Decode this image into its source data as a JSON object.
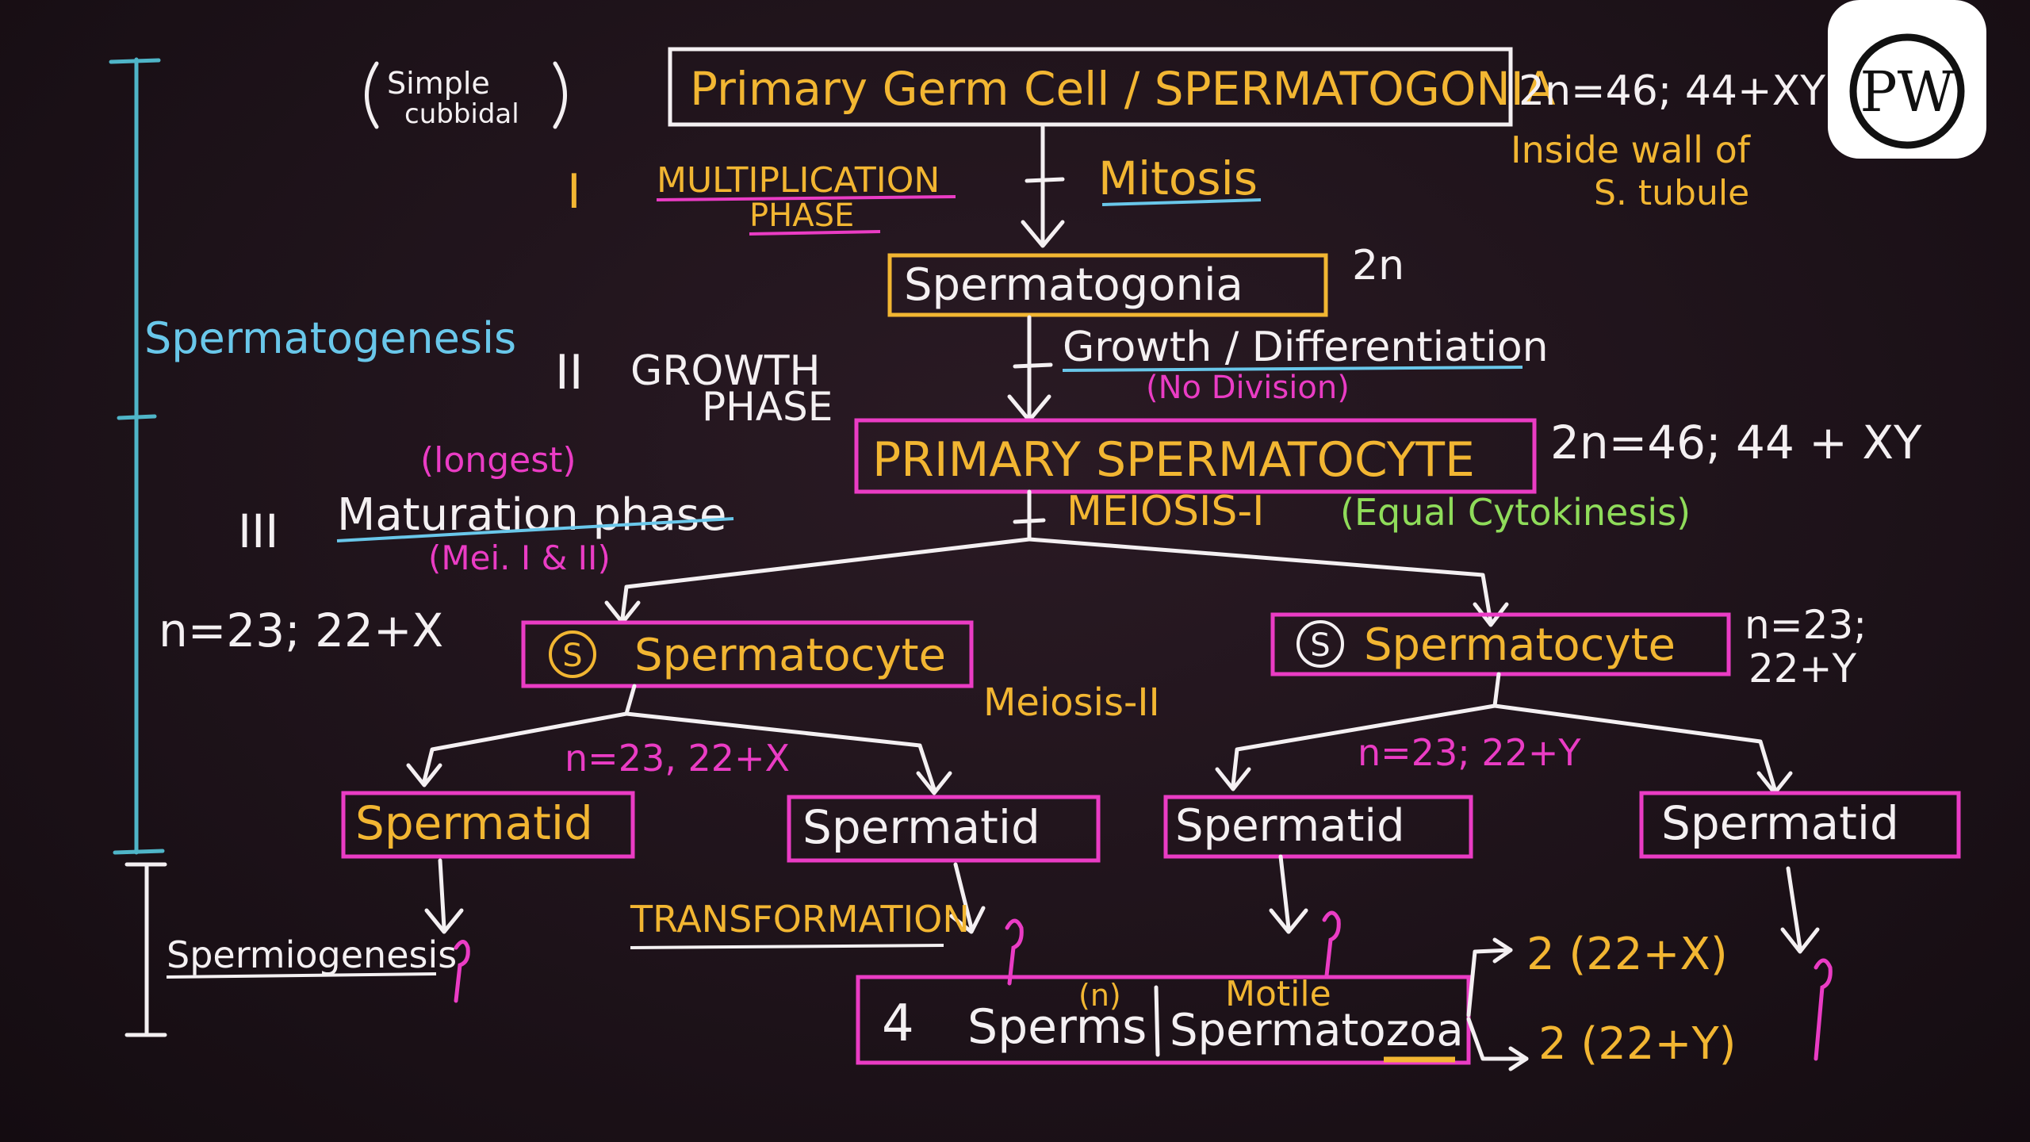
{
  "logo": {
    "text": "PW"
  },
  "side": {
    "spermatogenesis": "Spermatogenesis",
    "spermiogenesis": "Spermiogenesis",
    "simple_cuboidal_1": "Simple",
    "simple_cuboidal_2": "cubbidal"
  },
  "phases": {
    "p1_num": "I",
    "p1_label_1": "MULTIPLICATION",
    "p1_label_2": "PHASE",
    "p2_num": "II",
    "p2_label_1": "GROWTH",
    "p2_label_2": "PHASE",
    "p3_num": "III",
    "p3_label": "Maturation phase",
    "p3_note_top": "(longest)",
    "p3_note_bottom": "(Mei. I & II)"
  },
  "nodes": {
    "primary_germ_cell": "Primary Germ Cell / SPERMATOGONIA",
    "germ_ploidy": "2n=46; 44+XY",
    "germ_note_1": "Inside wall of",
    "germ_note_2": "S. tubule",
    "mitosis": "Mitosis",
    "spermatogonia": "Spermatogonia",
    "spermatogonia_ploidy": "2n",
    "growth": "Growth / Differentiation",
    "no_division": "(No Division)",
    "primary_spermatocyte": "PRIMARY SPERMATOCYTE",
    "primary_ploidy": "2n=46; 44 + XY",
    "meiosis1": "MEIOSIS-I",
    "equal_cyto": "(Equal Cytokinesis)",
    "sec_left_symbol": "S",
    "sec_left_label": "Spermatocyte",
    "sec_left_ploidy": "n=23; 22+X",
    "sec_right_symbol": "S",
    "sec_right_label": "Spermatocyte",
    "sec_right_ploidy_1": "n=23;",
    "sec_right_ploidy_2": "22+Y",
    "meiosis2": "Meiosis-II",
    "left_pair_ploidy": "n=23, 22+X",
    "right_pair_ploidy": "n=23; 22+Y",
    "spermatid_1": "Spermatid",
    "spermatid_2": "Spermatid",
    "spermatid_3": "Spermatid",
    "spermatid_4": "Spermatid",
    "transformation": "TRANSFORMATION",
    "sperms_count": "4",
    "sperms": "Sperms",
    "sperms_n": "(n)",
    "motile": "Motile",
    "spermatozoa": "Spermatozoa",
    "out_x": "2 (22+X)",
    "out_y": "2 (22+Y)"
  },
  "colors": {
    "white": "#f4f0f2",
    "yellow": "#f2b632",
    "pink": "#ea3cc4",
    "blue": "#69c7ea",
    "green": "#8fdc5a",
    "board": "#1c1118"
  }
}
